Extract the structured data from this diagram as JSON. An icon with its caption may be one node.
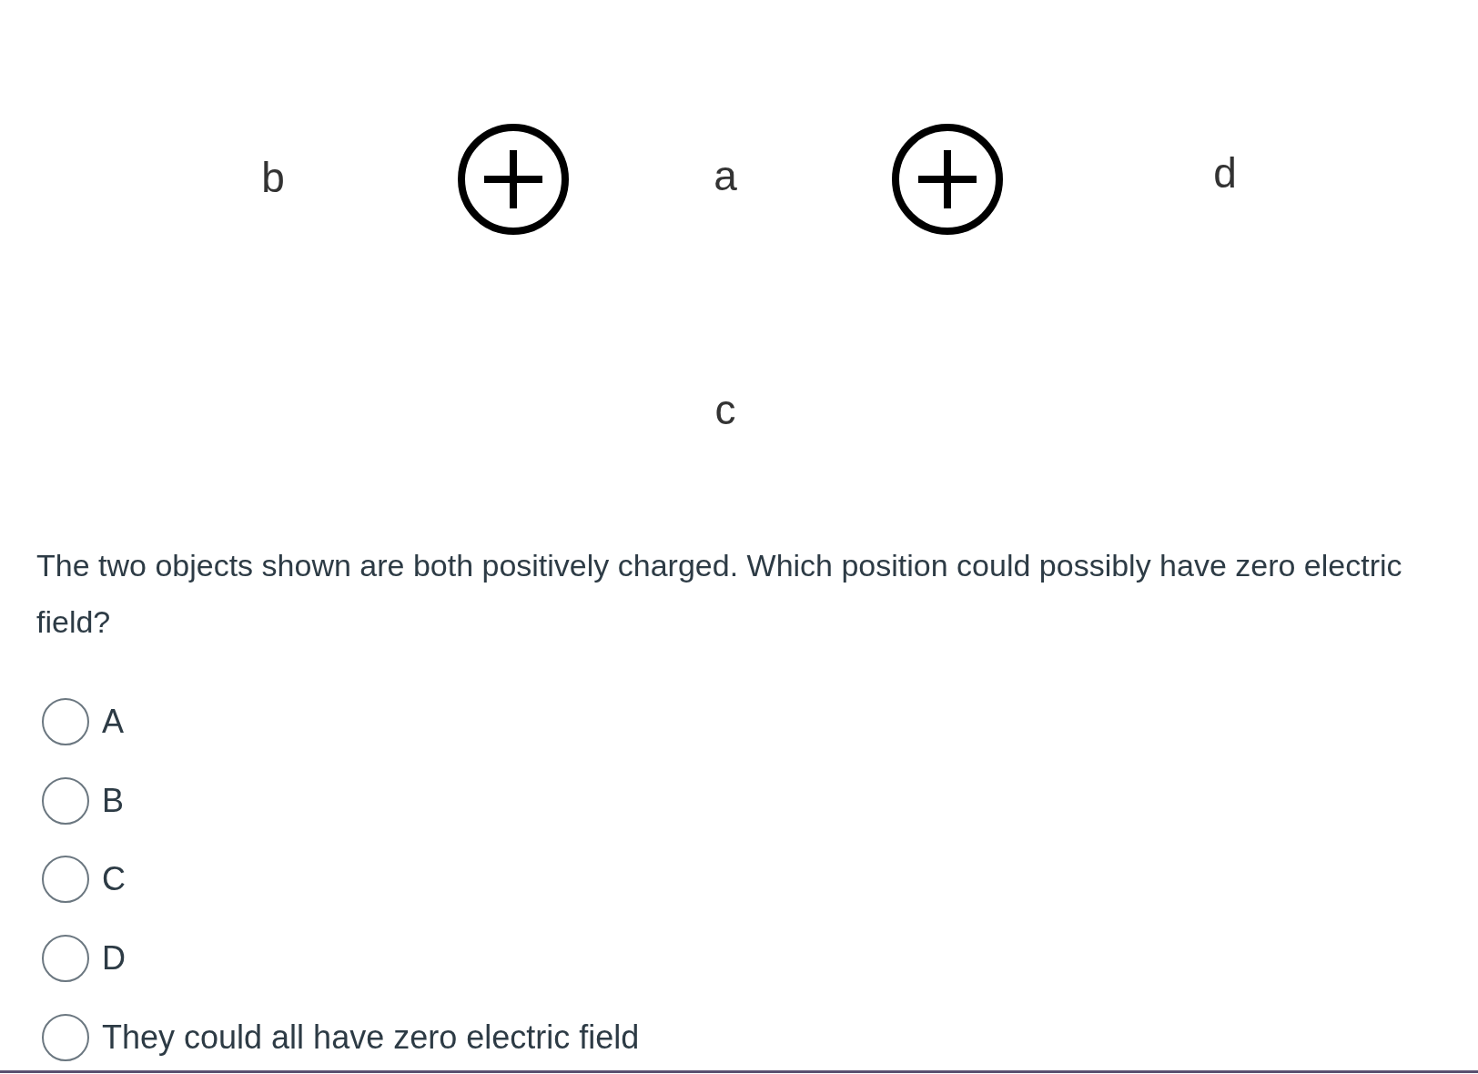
{
  "diagram": {
    "labels": [
      "b",
      "a",
      "d",
      "c",
      "The two objects shown are both positively charged.  Which position could possibly have zero electric field?",
      "A",
      "B",
      "C",
      "D",
      "They could all have zero electric field"
    ]
  }
}
